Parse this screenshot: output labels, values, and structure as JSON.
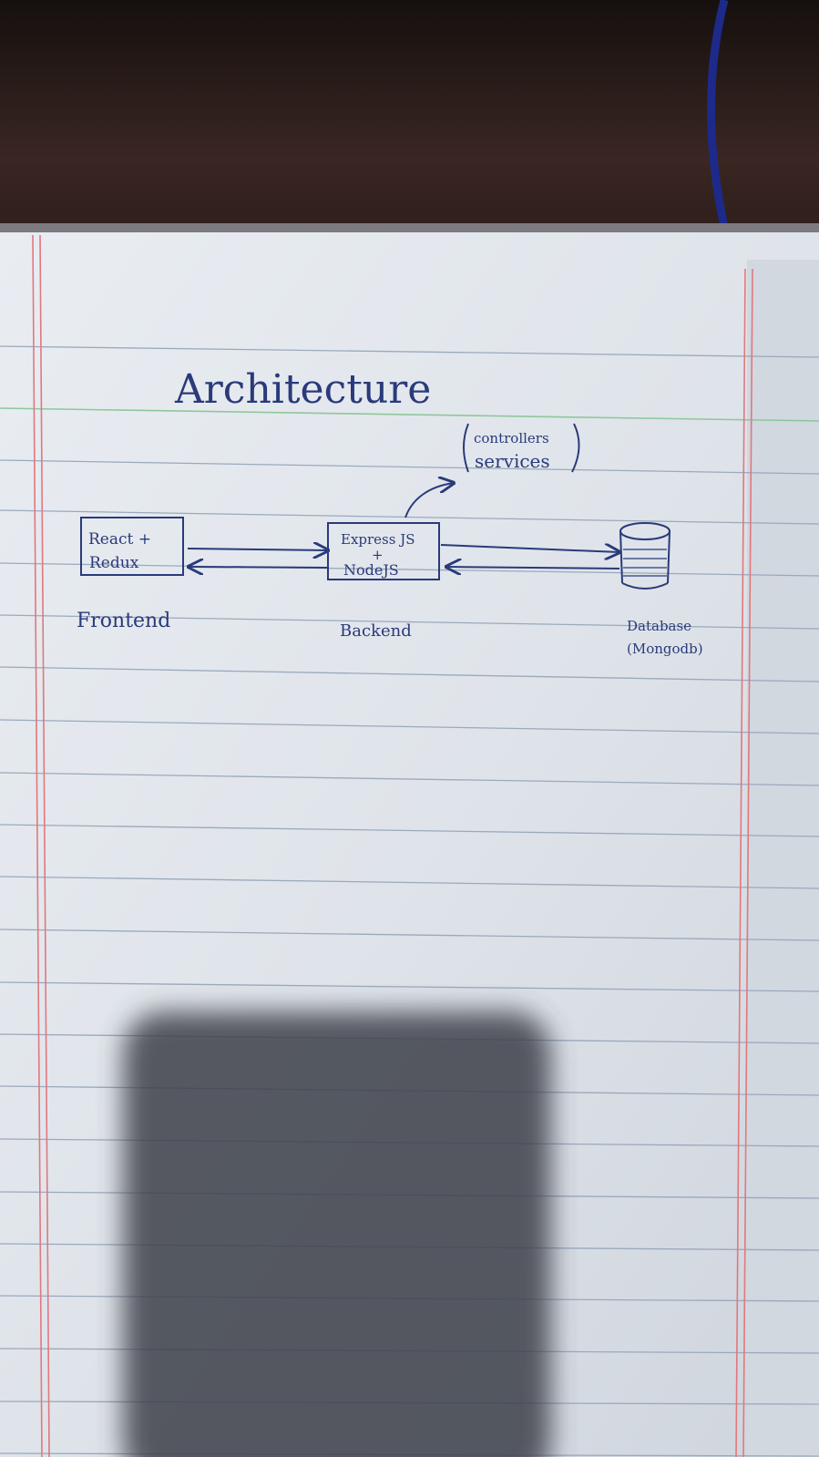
{
  "title": "Architecture",
  "annotation": {
    "line1": "controllers",
    "line2": "services"
  },
  "nodes": {
    "frontend": {
      "box_line1": "React +",
      "box_line2": "Redux",
      "caption": "Frontend"
    },
    "backend": {
      "box_line1": "Express JS",
      "box_plus": "+",
      "box_line2": "NodeJS",
      "caption": "Backend"
    },
    "database": {
      "caption_line1": "Database",
      "caption_line2": "(Mongodb)"
    }
  },
  "colors": {
    "ink": "#2a3a7a",
    "paper": "#e4e8ee",
    "rule_line": "#9aa9bd",
    "margin_line": "#e0787e",
    "desk": "#2a1c19",
    "shadow": "#3c4048"
  }
}
